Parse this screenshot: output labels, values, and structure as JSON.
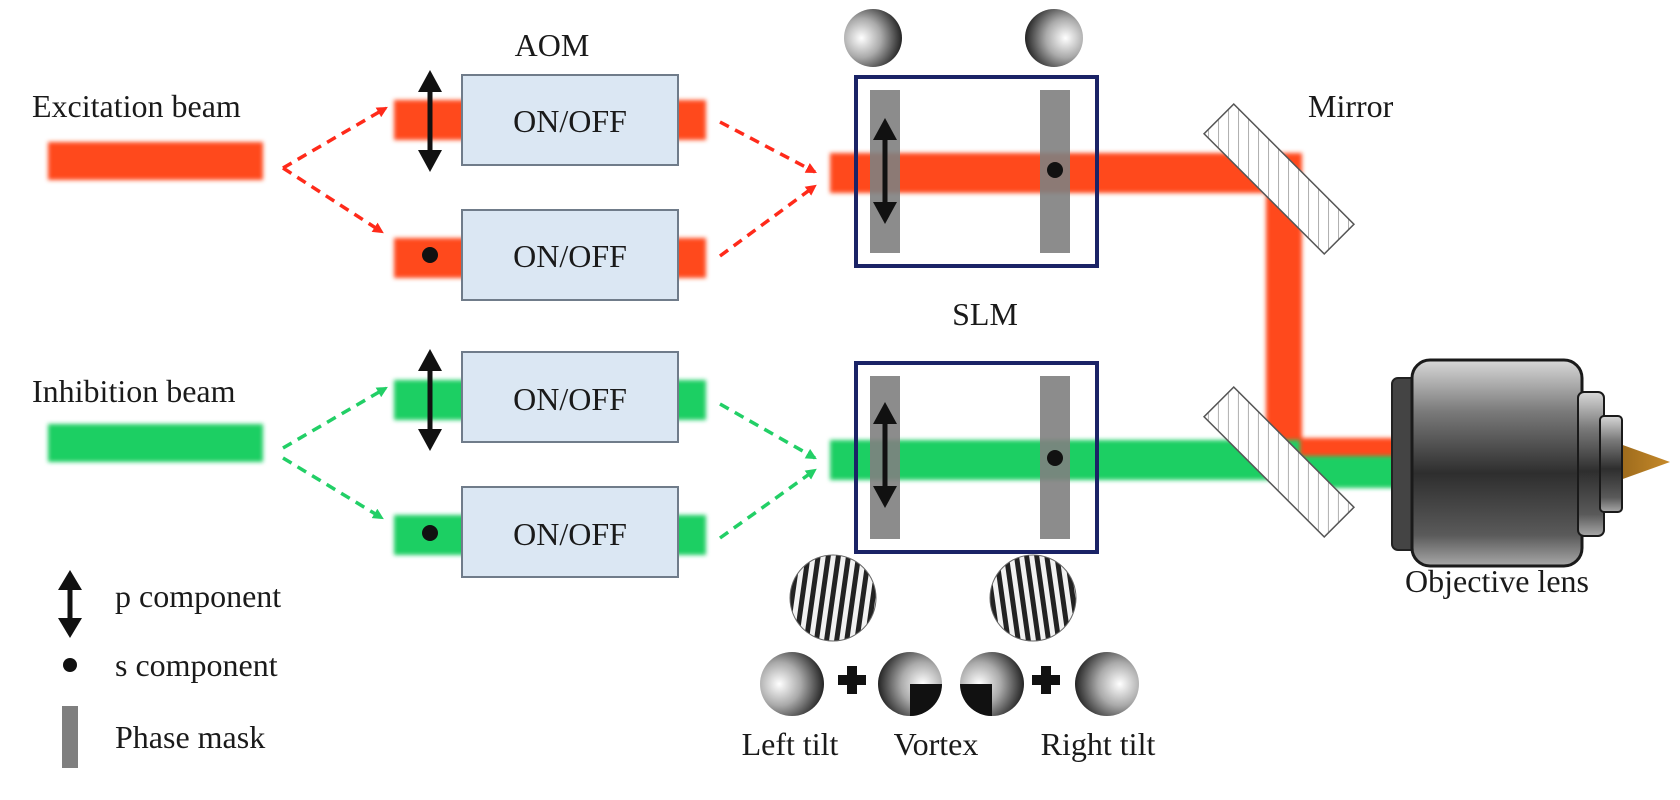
{
  "labels": {
    "aom": "AOM",
    "slm": "SLM",
    "mirror": "Mirror",
    "excitation_beam": "Excitation beam",
    "inhibition_beam": "Inhibition beam",
    "objective_lens": "Objective lens",
    "left_tilt": "Left tilt",
    "vortex": "Vortex",
    "right_tilt": "Right tilt"
  },
  "aom_modules": [
    {
      "label": "ON/OFF",
      "beam": "excitation",
      "polarization": "p"
    },
    {
      "label": "ON/OFF",
      "beam": "excitation",
      "polarization": "s"
    },
    {
      "label": "ON/OFF",
      "beam": "inhibition",
      "polarization": "p"
    },
    {
      "label": "ON/OFF",
      "beam": "inhibition",
      "polarization": "s"
    }
  ],
  "legend": [
    {
      "symbol": "double-arrow-icon",
      "label": "p component"
    },
    {
      "symbol": "dot-icon",
      "label": "s component"
    },
    {
      "symbol": "phase-mask-bar",
      "label": "Phase mask"
    }
  ],
  "colors": {
    "excitation": "#ff4a1c",
    "inhibition": "#1ccf63",
    "slm_frame": "#1a2366",
    "aom_fill": "#dbe7f3",
    "aom_border": "#707c8a",
    "phase_mask": "#7f7f7f"
  }
}
